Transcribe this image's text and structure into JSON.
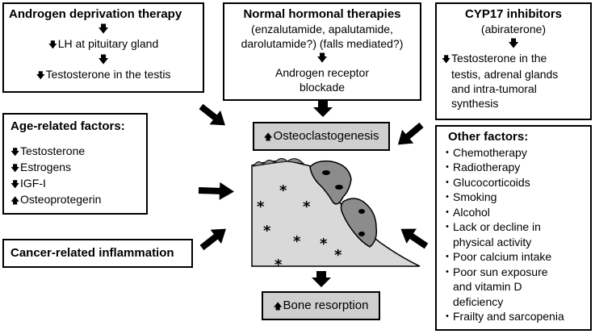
{
  "adt": {
    "title": "Androgen deprivation therapy",
    "line1": "LH at pituitary gland",
    "line2": "Testosterone in the testis"
  },
  "normal": {
    "title": "Normal hormonal therapies",
    "sub1": "(enzalutamide, apalutamide,",
    "sub2": "darolutamide?) (falls mediated?)",
    "result1": "Androgen receptor",
    "result2": "blockade"
  },
  "cyp17": {
    "title": "CYP17 inhibitors",
    "sub": "(abiraterone)",
    "line1": "Testosterone in the",
    "line2": "testis, adrenal glands",
    "line3": "and intra-tumoral",
    "line4": "synthesis"
  },
  "age": {
    "title": "Age-related factors:",
    "items": [
      {
        "dir": "down",
        "text": "Testosterone"
      },
      {
        "dir": "down",
        "text": "Estrogens"
      },
      {
        "dir": "down",
        "text": "IGF-I"
      },
      {
        "dir": "up",
        "text": "Osteoprotegerin"
      }
    ]
  },
  "cancer": {
    "title": "Cancer-related inflammation"
  },
  "other": {
    "title": "Other factors:",
    "bullet": "・",
    "items": [
      [
        "Chemotherapy"
      ],
      [
        "Radiotherapy"
      ],
      [
        "Glucocorticoids"
      ],
      [
        "Smoking"
      ],
      [
        "Alcohol"
      ],
      [
        "Lack or decline in",
        "physical activity"
      ],
      [
        "Poor calcium intake"
      ],
      [
        "Poor sun exposure",
        "and vitamin D",
        "deficiency"
      ],
      [
        "Frailty and sarcopenia"
      ]
    ]
  },
  "osteo": {
    "label": "Osteoclastogenesis"
  },
  "bone": {
    "label": "Bone resorption"
  },
  "colors": {
    "box_fill": "#cfcfcf",
    "bone_fill": "#d9d9d9",
    "cell_fill": "#8c8c8c"
  },
  "glyphs": {
    "down": "🡇",
    "up": "🡅"
  }
}
